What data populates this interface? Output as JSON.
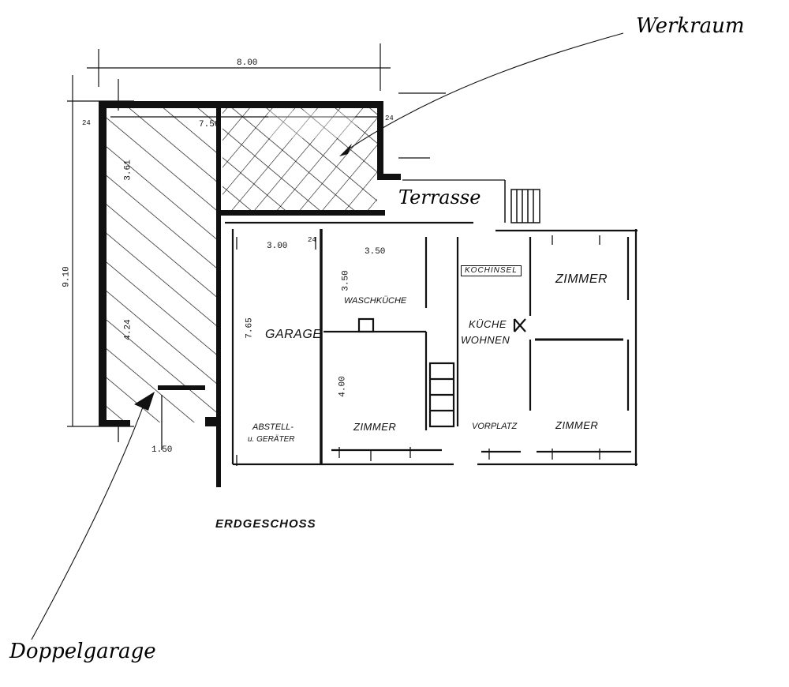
{
  "annotations": {
    "werkraum": "Werkraum",
    "doppelgarage": "Doppelgarage",
    "terrasse": "Terrasse"
  },
  "floor_title": "ERDGESCHOSS",
  "rooms": {
    "garage": "GARAGE",
    "waschkueche": "WASCHKÜCHE",
    "kochinsel": "KOCHINSEL",
    "zimmer_right_top": "ZIMMER",
    "kueche": "KÜCHE",
    "wohnen": "WOHNEN",
    "zimmer_middle": "ZIMMER",
    "vorplatz": "VORPLATZ",
    "zimmer_right_bottom": "ZIMMER",
    "abstell_line1": "ABSTELL-",
    "abstell_line2": "u. GERÄTER"
  },
  "dimensions": {
    "top_total": "8.00",
    "top_inner": "7.50",
    "left_total": "9.10",
    "left_inner_top": "3.61",
    "left_inner_bottom": "4.24",
    "garage_width": "3.00",
    "garage_depth": "7.65",
    "wasch_width": "3.50",
    "wasch_depth": "3.50",
    "zimmer_depth": "4.00",
    "wall_24_top": "24",
    "wall_24_left": "24",
    "wall_24_mid": "24",
    "bottom_150": "1.50"
  },
  "colors": {
    "ink": "#111111",
    "paper": "#ffffff"
  }
}
